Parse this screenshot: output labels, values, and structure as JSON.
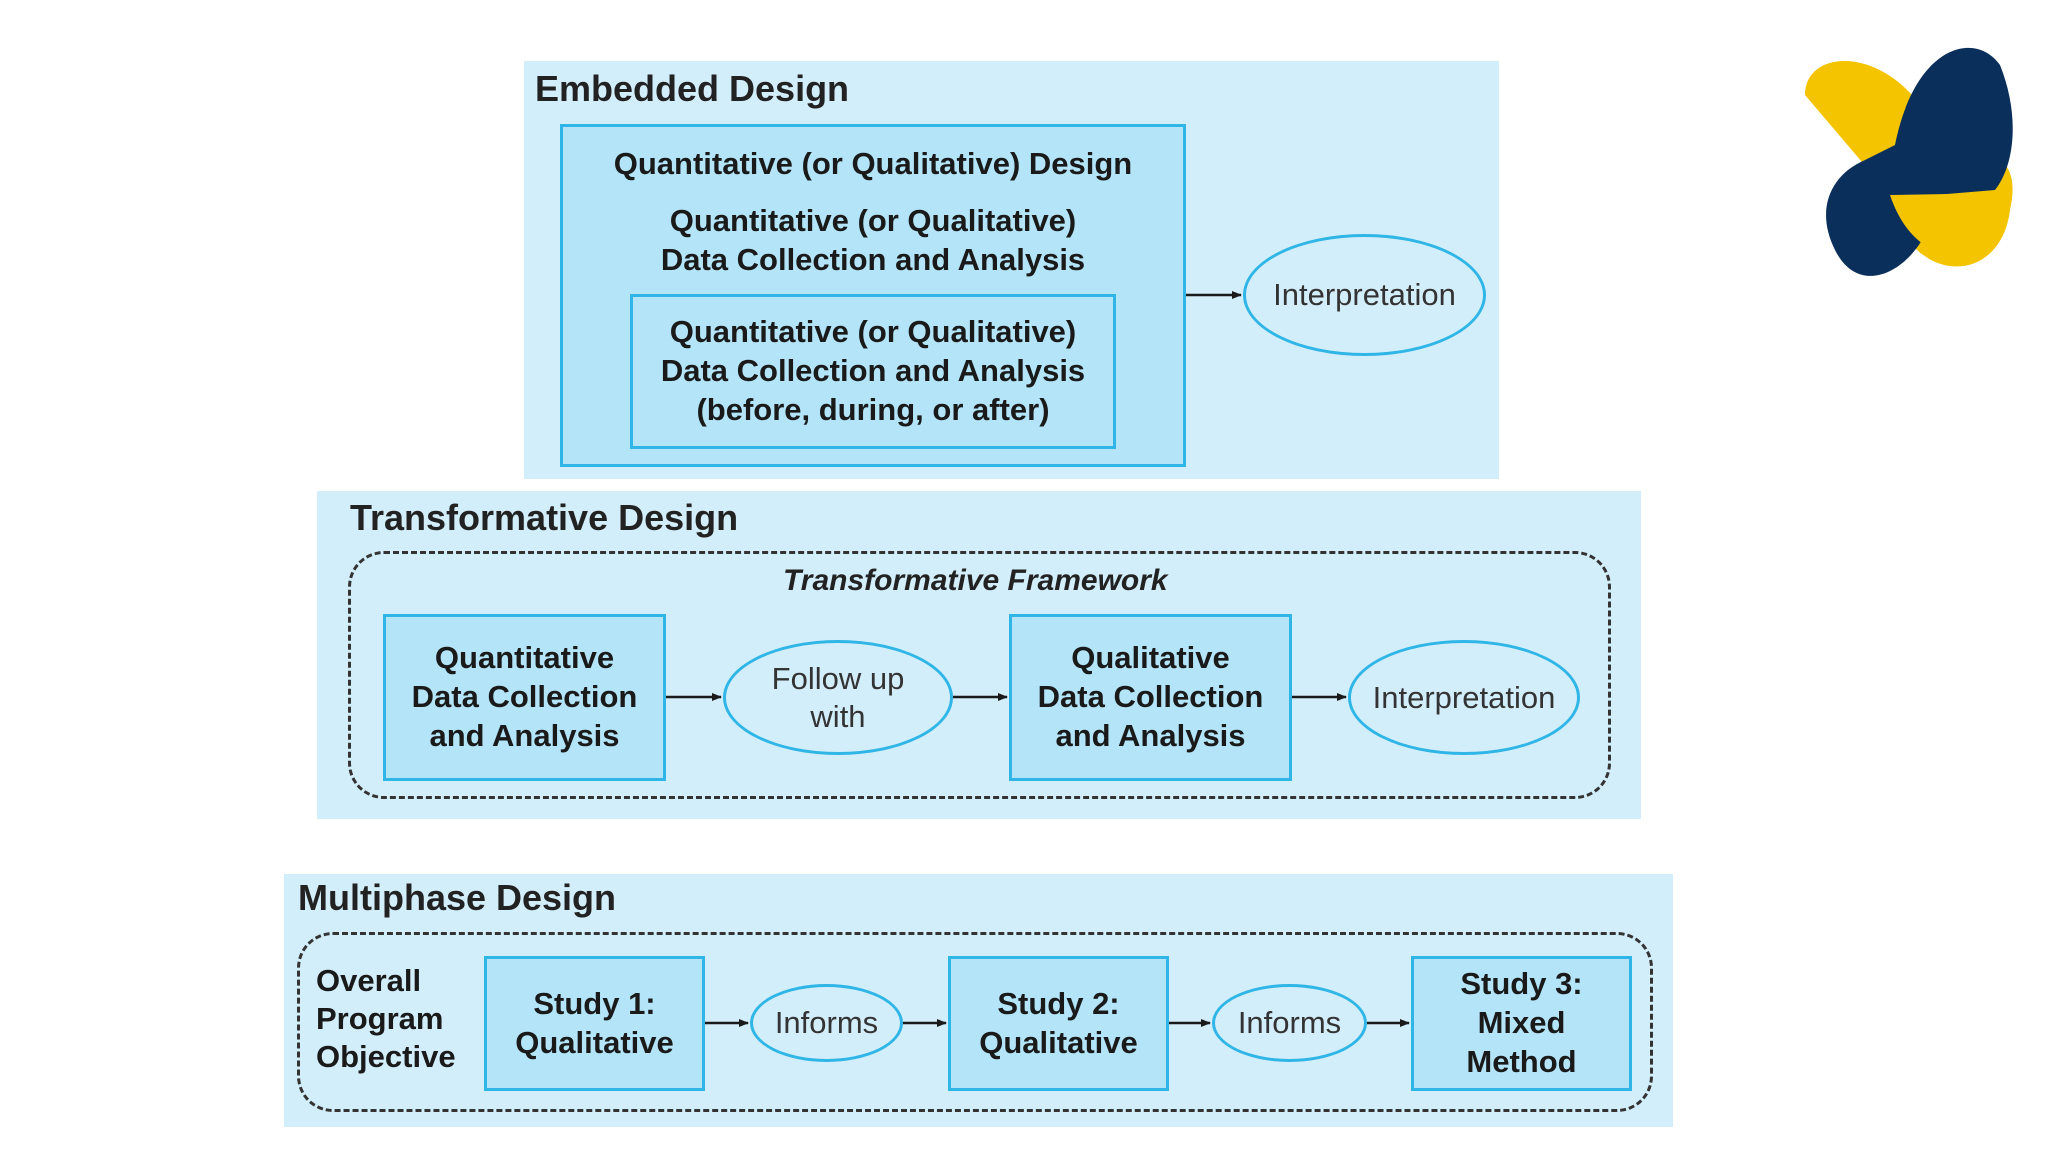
{
  "embedded": {
    "title": "Embedded Design",
    "outer_box": {
      "heading": "Quantitative (or Qualitative) Design",
      "lines": [
        "Quantitative (or Qualitative)",
        "Data Collection and Analysis"
      ]
    },
    "inner_box": {
      "lines": [
        "Quantitative (or Qualitative)",
        "Data Collection and Analysis",
        "(before, during, or after)"
      ]
    },
    "interpretation": "Interpretation"
  },
  "transformative": {
    "title": "Transformative Design",
    "framework_label": "Transformative Framework",
    "box1": [
      "Quantitative",
      "Data Collection",
      "and Analysis"
    ],
    "oval1": [
      "Follow up",
      "with"
    ],
    "box2": [
      "Qualitative",
      "Data Collection",
      "and Analysis"
    ],
    "oval2": "Interpretation"
  },
  "multiphase": {
    "title": "Multiphase Design",
    "objective": [
      "Overall",
      "Program",
      "Objective"
    ],
    "study1": [
      "Study 1:",
      "Qualitative"
    ],
    "informs1": "Informs",
    "study2": [
      "Study 2:",
      "Qualitative"
    ],
    "informs2": "Informs",
    "study3": [
      "Study 3:",
      "Mixed",
      "Method"
    ]
  },
  "colors": {
    "panel_bg": "#d3eefb",
    "box_fill": "#b3e4f8",
    "box_border": "#2fb6e6",
    "logo_yellow": "#f5c400",
    "logo_navy": "#0b2f5b"
  },
  "icons": {
    "logo": "brand-logo-icon",
    "arrows": "arrow-right-icon"
  }
}
